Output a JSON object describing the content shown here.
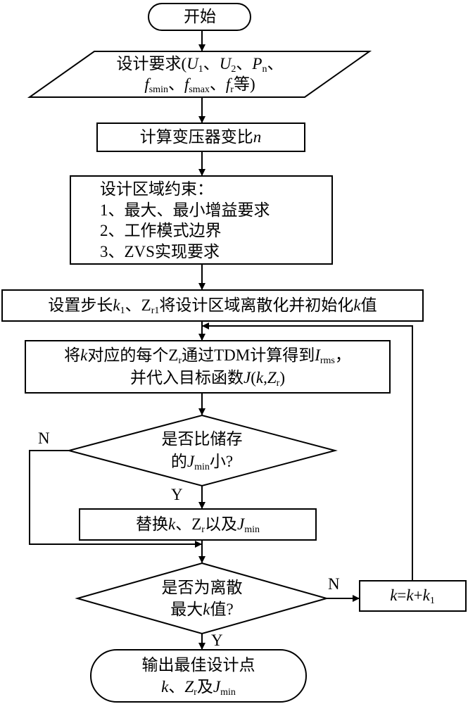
{
  "colors": {
    "stroke": "#000000",
    "fill": "#ffffff"
  },
  "nodes": {
    "start": {
      "text": "开始"
    },
    "input": {
      "lead": "设计要求(",
      "u": "U",
      "u1_sub": "1",
      "sep1": "、",
      "u2_sub": "2",
      "sep2": "、",
      "p": "P",
      "pn_sub": "n",
      "sep3": "、",
      "f": "f",
      "fmin_sub": "smin",
      "sep4": "、",
      "fmax_sub": "smax",
      "sep5": "、",
      "fr_sub": "r",
      "tail": "等)"
    },
    "ratio": {
      "text": "计算变压器变比",
      "var": "n"
    },
    "constraints": {
      "title": "设计区域约束：",
      "items": [
        "1、最大、最小增益要求",
        "2、工作模式边界",
        "3、ZVS实现要求"
      ]
    },
    "discretize": {
      "lead": "设置步长",
      "k": "k",
      "k1_sub": "1",
      "sep": "、",
      "z": "Z",
      "zr1_sub": "r1",
      "tail": "将设计区域离散化并初始化",
      "tail2": "值"
    },
    "compute": {
      "p1": "将",
      "k": "k",
      "p2": "对应的每个",
      "z": "Z",
      "zr_sub": "r",
      "p3": "通过TDM计算得到",
      "i": "I",
      "irms_sub": "rms",
      "p4": "，",
      "p5": "并代入目标函数",
      "j": "J",
      "args_open": "(",
      "comma": ",",
      "args_close": ")"
    },
    "compare": {
      "l1": "是否比储存",
      "l2a": "的",
      "j": "J",
      "jmin_sub": "min",
      "l2b": "小?"
    },
    "replace": {
      "lead": "替换",
      "k": "k",
      "sep": "、",
      "z": "Z",
      "zr_sub": "r",
      "mid": "以及",
      "j": "J",
      "jmin_sub": "min"
    },
    "maxcheck": {
      "l1": "是否为离散",
      "l2a": "最大",
      "k": "k",
      "l2b": "值?"
    },
    "increment": {
      "k": "k",
      "eq": "=",
      "plus": "+",
      "k1_sub": "1"
    },
    "output": {
      "l1": "输出最佳设计点",
      "k": "k",
      "sep": "、",
      "z": "Z",
      "zr_sub": "r",
      "mid": "及",
      "j": "J",
      "jmin_sub": "min"
    }
  },
  "edge_labels": {
    "compare_no": "N",
    "compare_yes": "Y",
    "max_no": "N",
    "max_yes": "Y"
  }
}
